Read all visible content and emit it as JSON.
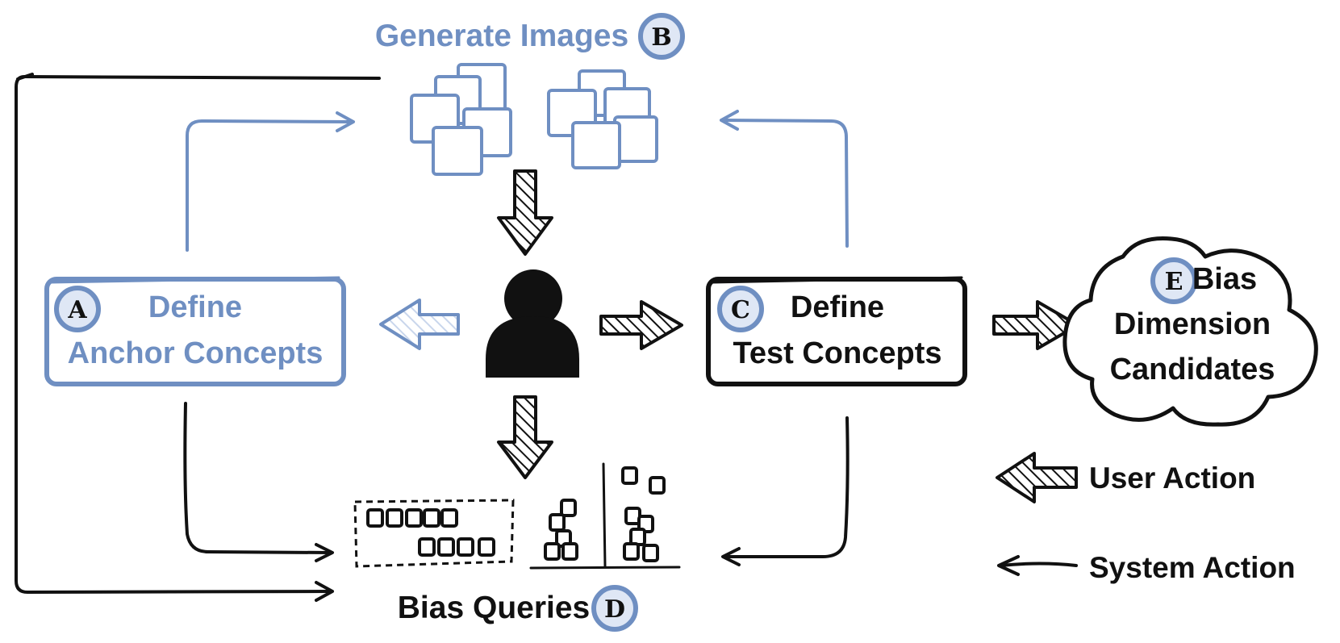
{
  "colors": {
    "accent": "#6f8fc2",
    "ink": "#111111",
    "badge_fill": "#dfe7f5"
  },
  "nodes": {
    "a": {
      "badge": "A",
      "line1": "Define",
      "line2": "Anchor Concepts"
    },
    "b": {
      "badge": "B",
      "title": "Generate Images"
    },
    "c": {
      "badge": "C",
      "line1": "Define",
      "line2": "Test Concepts"
    },
    "d": {
      "badge": "D",
      "title": "Bias Queries"
    },
    "e": {
      "badge": "E",
      "line1": "Bias",
      "line2": "Dimension",
      "line3": "Candidates"
    }
  },
  "legend": {
    "user_action": "User Action",
    "system_action": "System Action"
  },
  "icons": {
    "user": "user-silhouette-icon",
    "images": "image-stack-icon",
    "queries": "bias-query-plot-icon"
  }
}
